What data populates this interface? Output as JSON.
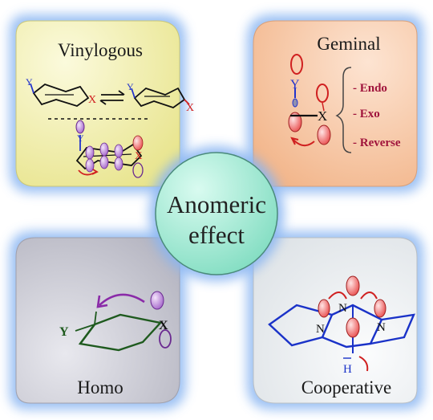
{
  "center": {
    "line1": "Anomeric",
    "line2": "effect"
  },
  "panels": {
    "vinylogous": {
      "title": "Vinylogous",
      "atoms": {
        "y": "Y",
        "x": "X"
      }
    },
    "geminal": {
      "title": "Geminal",
      "atoms": {
        "y": "Y",
        "x": "X"
      },
      "options": [
        "- Endo",
        "- Exo",
        "- Reverse"
      ]
    },
    "homo": {
      "title": "Homo",
      "atoms": {
        "y": "Y",
        "x": "X"
      }
    },
    "cooperative": {
      "title": "Cooperative",
      "atoms": {
        "n": "N",
        "h": "H"
      }
    }
  },
  "colors": {
    "vinylogous_bg": "#f3f1b4",
    "geminal_bg": "#f8c8a6",
    "homo_bg": "#cfcfd6",
    "cooperative_bg": "#f1f3f5",
    "center_fill": "#a6ecd6",
    "glow": "#7fb0f0",
    "orbital_purple": "#b070d0",
    "orbital_red": "#ee5a5a",
    "option_text": "#a0143c"
  }
}
